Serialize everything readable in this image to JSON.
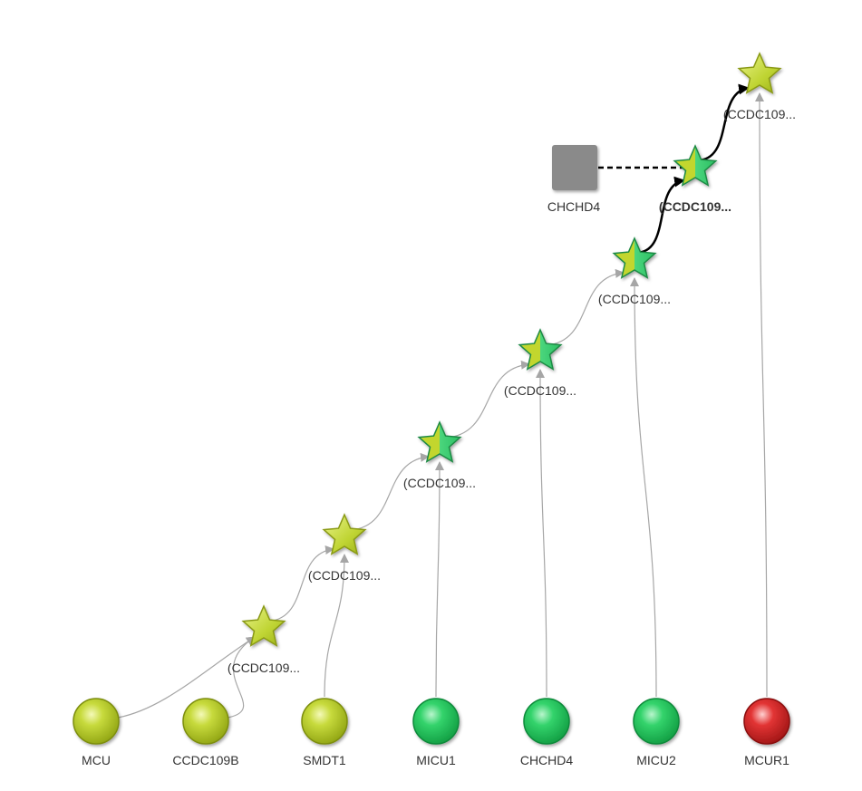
{
  "colors": {
    "yellow_green": "#b9cf1e",
    "green": "#22c65c",
    "red": "#cc1f1f",
    "gray_box": "#8a8a8a",
    "edge_gray": "#a6a6a6",
    "edge_black": "#000000"
  },
  "proteins": [
    {
      "id": "p1",
      "label": "MCU",
      "color": "yellow_green"
    },
    {
      "id": "p2",
      "label": "CCDC109B",
      "color": "yellow_green"
    },
    {
      "id": "p3",
      "label": "SMDT1",
      "color": "yellow_green"
    },
    {
      "id": "p4",
      "label": "MICU1",
      "color": "green"
    },
    {
      "id": "p5",
      "label": "CHCHD4",
      "color": "green"
    },
    {
      "id": "p6",
      "label": "MICU2",
      "color": "green"
    },
    {
      "id": "p7",
      "label": "MCUR1",
      "color": "red"
    }
  ],
  "complexes": [
    {
      "id": "c1",
      "label": "(CCDC109...",
      "style": "normal",
      "fill": "yellow_green"
    },
    {
      "id": "c2",
      "label": "(CCDC109...",
      "style": "normal",
      "fill": "yellow_green"
    },
    {
      "id": "c3",
      "label": "(CCDC109...",
      "style": "normal",
      "fill": "mixed"
    },
    {
      "id": "c4",
      "label": "(CCDC109...",
      "style": "normal",
      "fill": "mixed"
    },
    {
      "id": "c5",
      "label": "(CCDC109...",
      "style": "normal",
      "fill": "mixed"
    },
    {
      "id": "c6",
      "label": "(CCDC109...",
      "style": "bold",
      "fill": "mixed"
    },
    {
      "id": "c7",
      "label": "(CCDC109...",
      "style": "normal",
      "fill": "yellow_green"
    }
  ],
  "box": {
    "id": "b1",
    "label": "CHCHD4",
    "color": "gray_box"
  },
  "edges": [
    {
      "from": "p1",
      "to": "c1",
      "type": "gray-arrow"
    },
    {
      "from": "p2",
      "to": "c1",
      "type": "gray-arrow"
    },
    {
      "from": "c1",
      "to": "c2",
      "type": "gray-arrow"
    },
    {
      "from": "p3",
      "to": "c2",
      "type": "gray-arrow"
    },
    {
      "from": "c2",
      "to": "c3",
      "type": "gray-arrow"
    },
    {
      "from": "p4",
      "to": "c3",
      "type": "gray-arrow"
    },
    {
      "from": "c3",
      "to": "c4",
      "type": "gray-arrow"
    },
    {
      "from": "p5",
      "to": "c4",
      "type": "gray-arrow"
    },
    {
      "from": "c4",
      "to": "c5",
      "type": "gray-arrow"
    },
    {
      "from": "p6",
      "to": "c5",
      "type": "gray-arrow"
    },
    {
      "from": "c5",
      "to": "c6",
      "type": "black-arrow"
    },
    {
      "from": "b1",
      "to": "c6",
      "type": "dashed"
    },
    {
      "from": "c6",
      "to": "c7",
      "type": "black-arrow"
    },
    {
      "from": "p7",
      "to": "c7",
      "type": "gray-arrow"
    }
  ]
}
